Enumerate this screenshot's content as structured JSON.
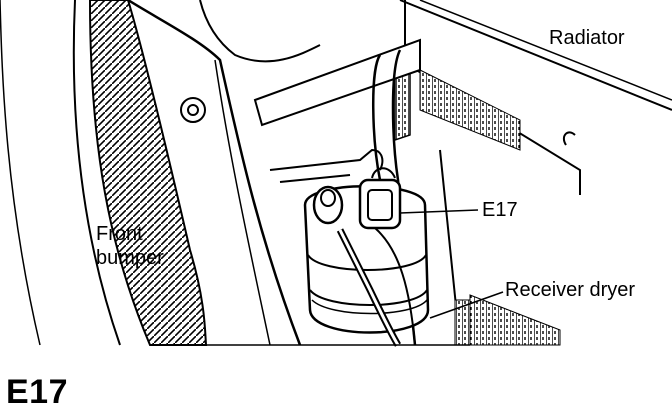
{
  "labels": {
    "radiator": "Radiator",
    "front_bumper_line1": "Front",
    "front_bumper_line2": "bumper",
    "e17": "E17",
    "receiver_dryer": "Receiver dryer"
  },
  "caption": "E17",
  "colors": {
    "ink": "#000000",
    "paper": "#ffffff"
  }
}
